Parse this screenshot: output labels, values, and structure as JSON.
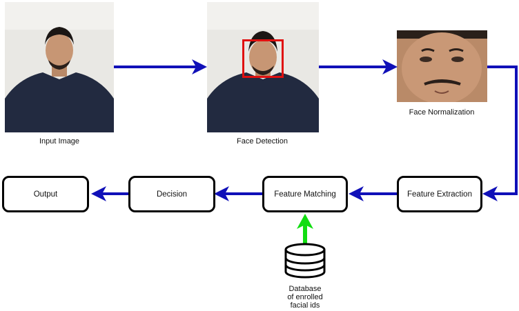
{
  "diagram": {
    "captions": {
      "input_image": "Input Image",
      "face_detection": "Face Detection",
      "face_normalization": "Face Normalization"
    },
    "boxes": {
      "output": "Output",
      "decision": "Decision",
      "feature_matching": "Feature Matching",
      "feature_extraction": "Feature Extraction"
    },
    "database": {
      "line1": "Database",
      "line2": "of enrolled",
      "line3": "facial ids"
    },
    "colors": {
      "flow_arrow": "#1010b8",
      "db_arrow": "#11dd11",
      "detection_box": "#e01010"
    }
  }
}
